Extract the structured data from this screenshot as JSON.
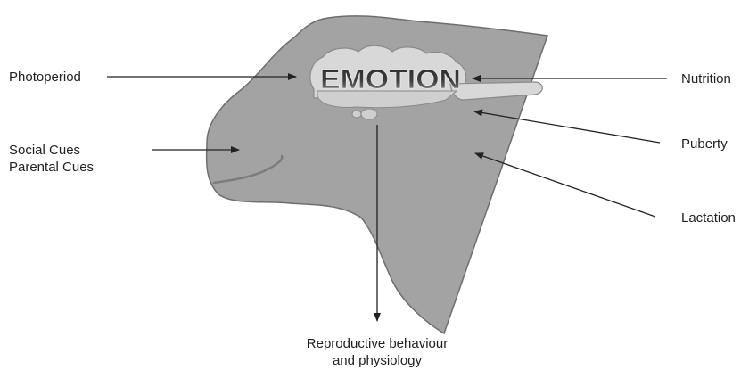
{
  "labels": {
    "photoperiod": "Photoperiod",
    "social_cues": "Social Cues",
    "parental_cues": "Parental Cues",
    "nutrition": "Nutrition",
    "puberty": "Puberty",
    "lactation": "Lactation",
    "output_line1": "Reproductive behaviour",
    "output_line2": "and physiology"
  },
  "center_label": "EMOTION",
  "colors": {
    "head_fill": "#a3a3a3",
    "head_outline": "#6e6e6e",
    "brain_fill": "#d8d8d8",
    "text": "#222222",
    "emotion_text": "#1e1e1e"
  }
}
